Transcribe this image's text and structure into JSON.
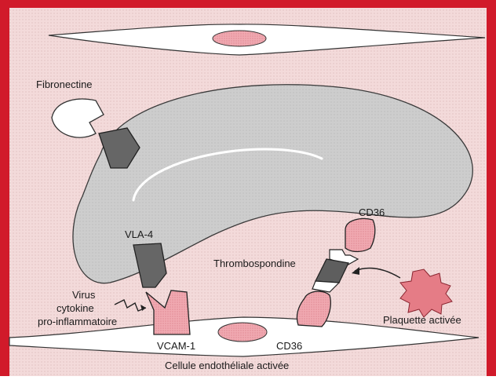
{
  "labels": {
    "fibronectin": "Fibronectine",
    "vla4": "VLA-4",
    "cd36_top": "CD36",
    "thrombospondin": "Thrombospondine",
    "virus_line1": "Virus",
    "virus_line2": "cytokine",
    "virus_line3": "pro-inflammatoire",
    "vcam1": "VCAM-1",
    "cd36_bottom": "CD36",
    "activated_platelet": "Plaquette activée",
    "endothelial_cell": "Cellule  endothéliale activée"
  },
  "colors": {
    "frame_red": "#d11a2a",
    "background_pink": "#f4dede",
    "cell_gray": "#cfcfcf",
    "dark_receptor": "#5e5e5e",
    "light_pink": "#f2a8b0",
    "platelet": "#e57c86"
  }
}
